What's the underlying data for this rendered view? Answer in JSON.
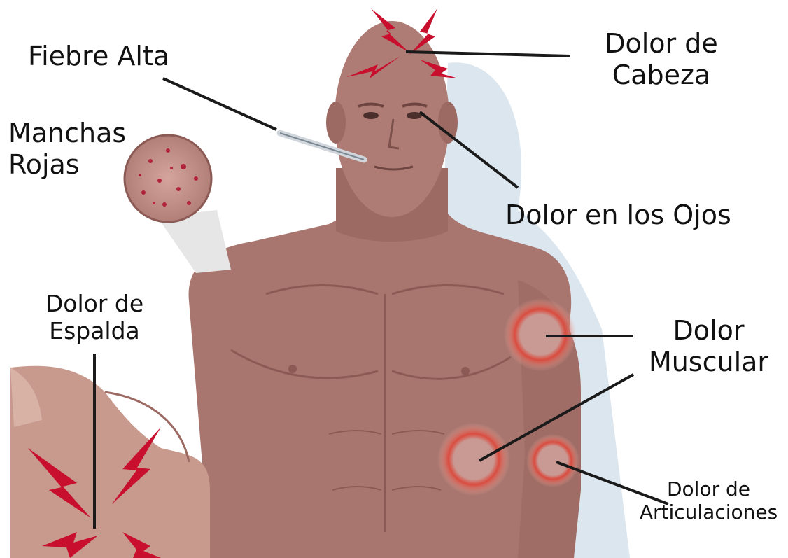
{
  "labels": {
    "fiebre_alta": "Fiebre Alta",
    "dolor_cabeza_1": "Dolor de",
    "dolor_cabeza_2": "Cabeza",
    "manchas_1": "Manchas",
    "manchas_2": "Rojas",
    "dolor_ojos": "Dolor en los Ojos",
    "dolor_espalda_1": "Dolor de",
    "dolor_espalda_2": "Espalda",
    "dolor_muscular_1": "Dolor",
    "dolor_muscular_2": "Muscular",
    "dolor_art_1": "Dolor de",
    "dolor_art_2": "Articulaciones"
  },
  "colors": {
    "skin": "#a8766f",
    "skin_dark": "#8c5a55",
    "skin_light": "#c39087",
    "bolt": "#c8102e",
    "pain_ring": "#e0473a",
    "line": "#1a1a1a",
    "shadow": "#cfdce8"
  },
  "icons": [
    "lightning-bolt-icon",
    "thermometer-icon",
    "rash-magnifier-icon",
    "pain-ring-icon"
  ]
}
